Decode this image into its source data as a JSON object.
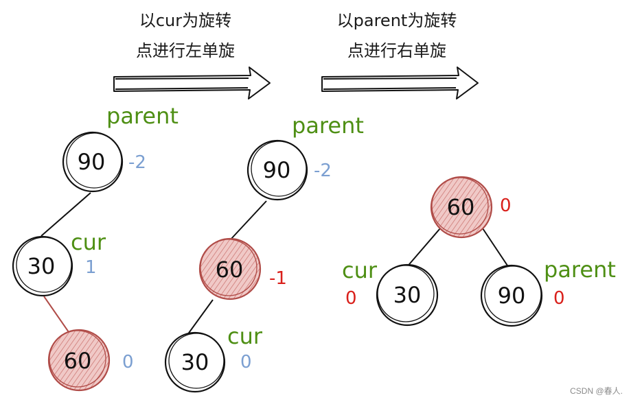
{
  "steps": {
    "first": {
      "line1": "以cur为旋转",
      "line2": "点进行左单旋"
    },
    "second": {
      "line1": "以parent为旋转",
      "line2": "点进行右单旋"
    }
  },
  "tree1": {
    "top": {
      "value": "90",
      "bf": "-2",
      "label": "parent"
    },
    "mid": {
      "value": "30",
      "bf": "1",
      "label": "cur"
    },
    "bottom": {
      "value": "60",
      "bf": "0"
    }
  },
  "tree2": {
    "top": {
      "value": "90",
      "bf": "-2",
      "label": "parent"
    },
    "mid": {
      "value": "60",
      "bf": "-1"
    },
    "bottom": {
      "value": "30",
      "bf": "0",
      "label": "cur"
    }
  },
  "tree3": {
    "root": {
      "value": "60",
      "bf": "0"
    },
    "left": {
      "value": "30",
      "bf": "0",
      "label": "cur"
    },
    "right": {
      "value": "90",
      "bf": "0",
      "label": "parent"
    }
  },
  "colors": {
    "ink": "#111111",
    "label_green": "#4e8f14",
    "bf_blue": "#7b9fd1",
    "bf_red": "#d9201b",
    "highlight_fill": "#e5a8a5",
    "highlight_stroke": "#b04c48"
  },
  "watermark": "CSDN @春人."
}
